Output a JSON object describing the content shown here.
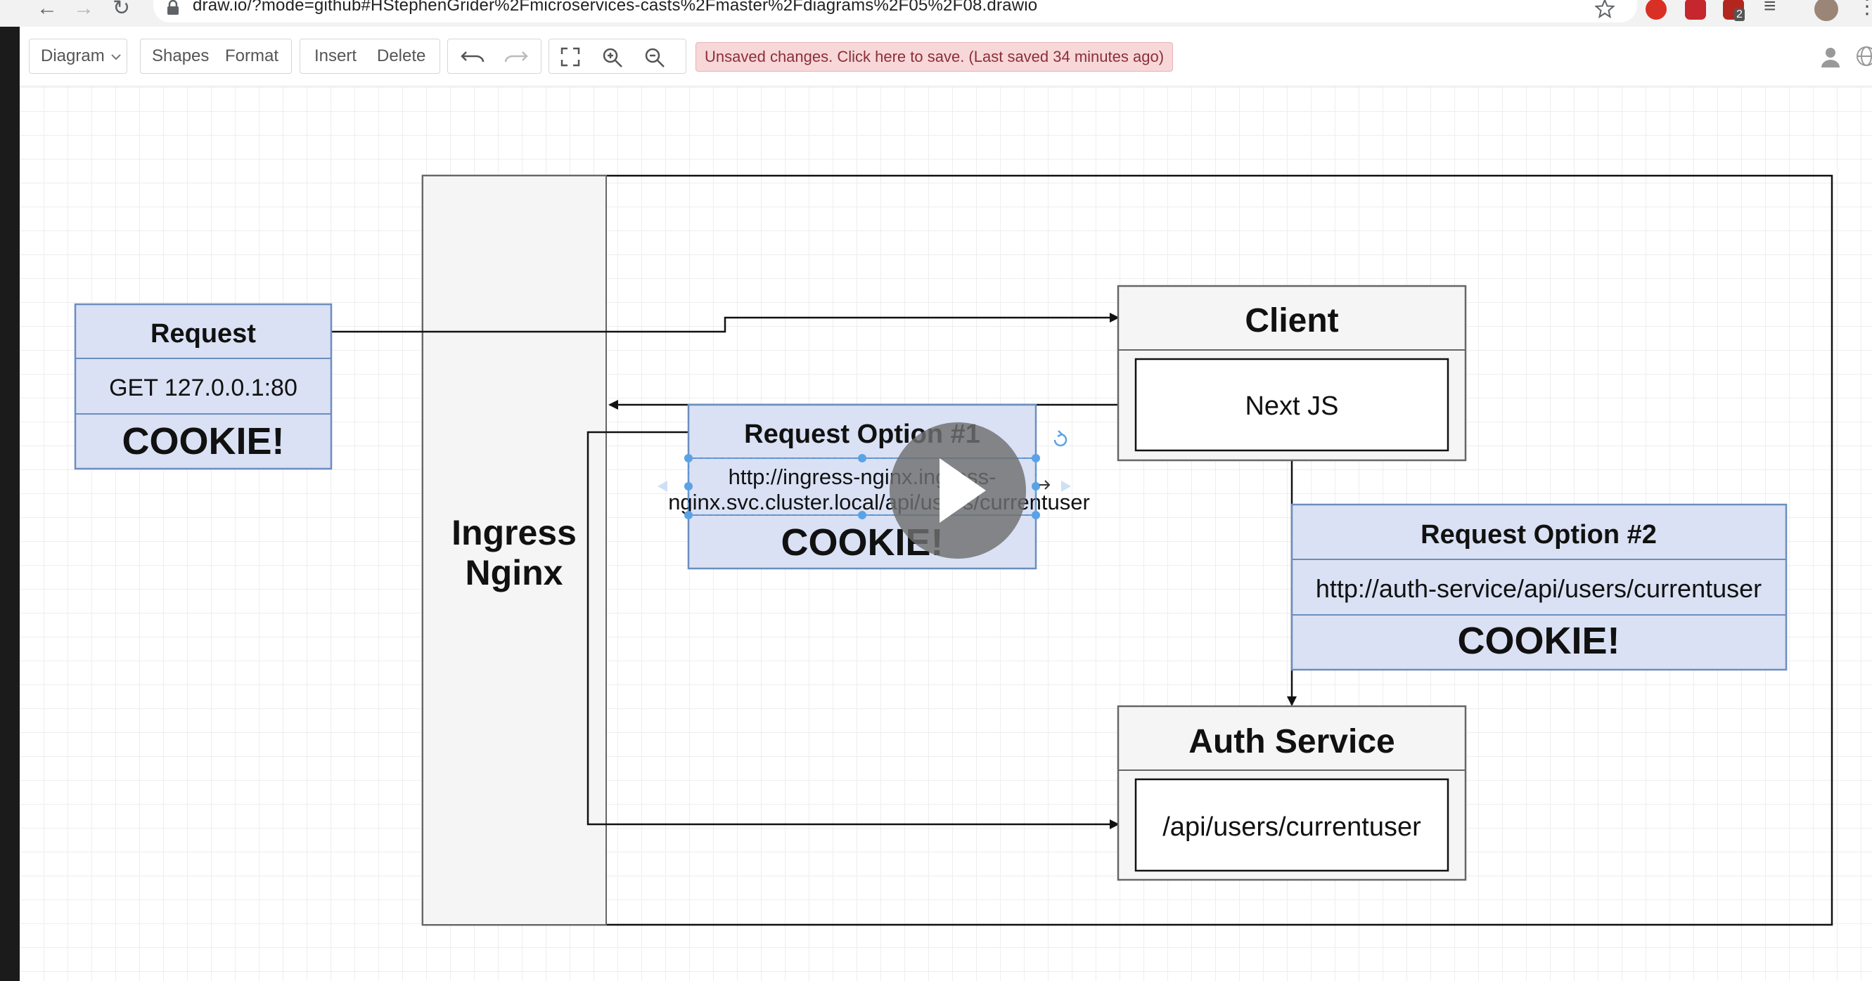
{
  "browser": {
    "url": "draw.io/?mode=github#HStephenGrider%2Fmicroservices-casts%2Fmaster%2Fdiagrams%2F05%2F08.drawio",
    "extension_badge": "2"
  },
  "toolbar": {
    "diagram_menu": "Diagram",
    "shapes": "Shapes",
    "format": "Format",
    "insert": "Insert",
    "delete": "Delete",
    "unsaved_notice": "Unsaved changes. Click here to save. (Last saved 34 minutes ago)"
  },
  "diagram": {
    "ingress": {
      "line1": "Ingress",
      "line2": "Nginx"
    },
    "request": {
      "title": "Request",
      "line": "GET 127.0.0.1:80",
      "cookie": "COOKIE!"
    },
    "client": {
      "title": "Client",
      "inner": "Next JS"
    },
    "auth": {
      "title": "Auth Service",
      "inner": "/api/users/currentuser"
    },
    "option1": {
      "title": "Request Option #1",
      "url_line1": "http://ingress-nginx.ingress-",
      "url_line2": "nginx.svc.cluster.local/api/users/currentuser",
      "cookie": "COOKIE!"
    },
    "option2": {
      "title": "Request Option #2",
      "url": "http://auth-service/api/users/currentuser",
      "cookie": "COOKIE!"
    }
  },
  "colors": {
    "box_blue": "#dae1f4",
    "box_blue_border": "#6c8ebf",
    "gray_fill": "#f5f5f5",
    "unsaved_bg": "#f8d7d9",
    "selection": "#5aa2e6"
  },
  "icons": [
    "back-arrow-icon",
    "forward-arrow-icon",
    "reload-icon",
    "lock-icon",
    "star-icon",
    "undo-icon",
    "redo-icon",
    "fullscreen-icon",
    "zoom-in-icon",
    "zoom-out-icon",
    "user-icon",
    "globe-icon",
    "play-icon"
  ]
}
